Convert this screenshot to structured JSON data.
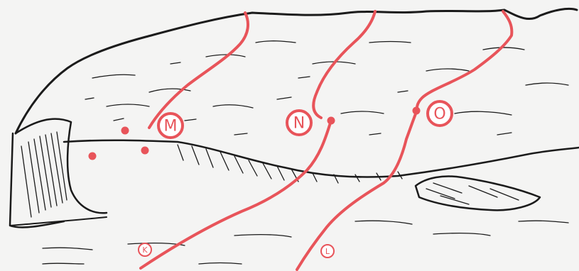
{
  "colors": {
    "route": "#e8545a",
    "ink": "#1b1b1b",
    "paper": "#f4f4f3"
  },
  "route_labels": [
    {
      "id": "M",
      "text": "M",
      "size": "large"
    },
    {
      "id": "N",
      "text": "N",
      "size": "large"
    },
    {
      "id": "O",
      "text": "O",
      "size": "large"
    },
    {
      "id": "K",
      "text": "K",
      "size": "small"
    },
    {
      "id": "L",
      "text": "L",
      "size": "small"
    }
  ]
}
